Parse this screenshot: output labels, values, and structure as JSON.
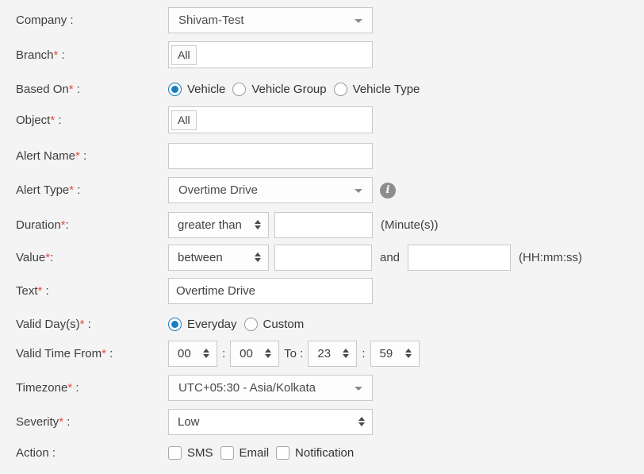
{
  "colors": {
    "background": "#f4f4f4",
    "control_border": "#c9c9c9",
    "required_asterisk": "#e74c3c",
    "radio_selected": "#1a7dc0",
    "info_icon_background": "#8d8d8d"
  },
  "form": {
    "company": {
      "label": "Company",
      "colon": " :",
      "value": "Shivam-Test"
    },
    "branch": {
      "label": "Branch",
      "star": "*",
      "colon": " :",
      "tag": "All"
    },
    "based_on": {
      "label": "Based On",
      "star": "*",
      "colon": " :",
      "options": [
        "Vehicle",
        "Vehicle Group",
        "Vehicle Type"
      ],
      "selected": "Vehicle"
    },
    "object": {
      "label": "Object",
      "star": "*",
      "colon": " :",
      "tag": "All"
    },
    "alert_name": {
      "label": "Alert Name",
      "star": "*",
      "colon": " :",
      "value": ""
    },
    "alert_type": {
      "label": "Alert Type",
      "star": "*",
      "colon": " :",
      "value": "Overtime Drive"
    },
    "duration": {
      "label": "Duration",
      "star": "*",
      "colon": ":",
      "operator": "greater than",
      "value": "",
      "unit": "(Minute(s))"
    },
    "value": {
      "label": "Value",
      "star": "*",
      "colon": ":",
      "operator": "between",
      "from": "",
      "conjunction": "and",
      "to": "",
      "unit": "(HH:mm:ss)"
    },
    "text": {
      "label": "Text",
      "star": "*",
      "colon": " :",
      "value": "Overtime Drive"
    },
    "valid_days": {
      "label": "Valid Day(s)",
      "star": "*",
      "colon": " :",
      "options": [
        "Everyday",
        "Custom"
      ],
      "selected": "Everyday"
    },
    "valid_time": {
      "label": "Valid Time From",
      "star": "*",
      "colon": " :",
      "from_hour": "00",
      "separator": ":",
      "from_minute": "00",
      "to_label": "To :",
      "to_hour": "23",
      "to_minute": "59"
    },
    "timezone": {
      "label": "Timezone",
      "star": "*",
      "colon": " :",
      "value": "UTC+05:30 - Asia/Kolkata"
    },
    "severity": {
      "label": "Severity",
      "star": "*",
      "colon": " :",
      "value": "Low"
    },
    "action": {
      "label": "Action",
      "colon": " :",
      "options": [
        "SMS",
        "Email",
        "Notification"
      ]
    }
  }
}
